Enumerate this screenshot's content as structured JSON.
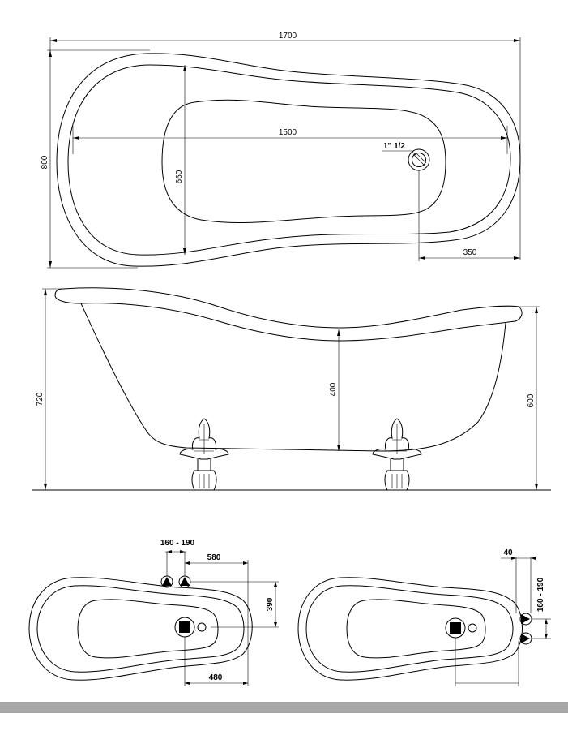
{
  "top_view": {
    "overall_length": "1700",
    "inner_length": "1500",
    "overall_width": "800",
    "inner_width": "660",
    "drain_size": "1\" 1/2",
    "drain_offset": "350"
  },
  "side_view": {
    "overall_height": "720",
    "tub_height": "600",
    "inner_depth": "400"
  },
  "left_plan": {
    "tap_spacing": "160 - 190",
    "tap_distance": "580",
    "tap_depth": "390",
    "drain_distance": "480"
  },
  "right_plan": {
    "edge_offset": "40",
    "tap_spacing": "160 - 190"
  }
}
